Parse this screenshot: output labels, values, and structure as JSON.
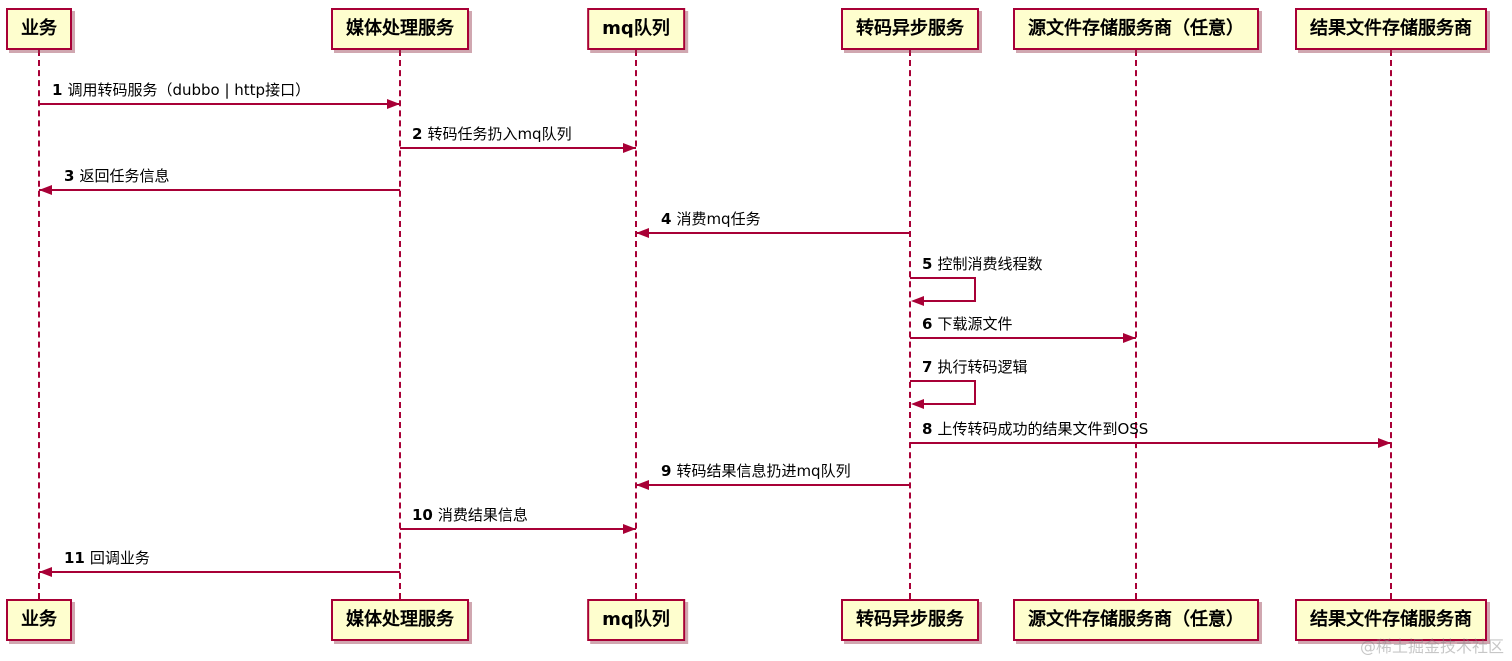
{
  "diagram": {
    "type": "uml-sequence",
    "colors": {
      "participant_fill": "#FEFECE",
      "line": "#A80036",
      "text": "#000000"
    },
    "participants": [
      {
        "id": "business",
        "label": "业务"
      },
      {
        "id": "media-service",
        "label": "媒体处理服务"
      },
      {
        "id": "mq-queue",
        "label": "mq队列"
      },
      {
        "id": "transcode-async-service",
        "label": "转码异步服务"
      },
      {
        "id": "source-storage",
        "label": "源文件存储服务商（任意）"
      },
      {
        "id": "result-storage",
        "label": "结果文件存储服务商"
      }
    ],
    "messages": [
      {
        "num": "1",
        "text": "调用转码服务（dubbo | http接口）",
        "from": "业务",
        "to": "媒体处理服务",
        "direction": "right"
      },
      {
        "num": "2",
        "text": "转码任务扔入mq队列",
        "from": "媒体处理服务",
        "to": "mq队列",
        "direction": "right"
      },
      {
        "num": "3",
        "text": "返回任务信息",
        "from": "媒体处理服务",
        "to": "业务",
        "direction": "left"
      },
      {
        "num": "4",
        "text": "消费mq任务",
        "from": "转码异步服务",
        "to": "mq队列",
        "direction": "left"
      },
      {
        "num": "5",
        "text": "控制消费线程数",
        "from": "转码异步服务",
        "to": "转码异步服务",
        "direction": "self"
      },
      {
        "num": "6",
        "text": "下载源文件",
        "from": "转码异步服务",
        "to": "源文件存储服务商（任意）",
        "direction": "right"
      },
      {
        "num": "7",
        "text": "执行转码逻辑",
        "from": "转码异步服务",
        "to": "转码异步服务",
        "direction": "self"
      },
      {
        "num": "8",
        "text": "上传转码成功的结果文件到OSS",
        "from": "转码异步服务",
        "to": "结果文件存储服务商",
        "direction": "right"
      },
      {
        "num": "9",
        "text": "转码结果信息扔进mq队列",
        "from": "转码异步服务",
        "to": "mq队列",
        "direction": "left"
      },
      {
        "num": "10",
        "text": "消费结果信息",
        "from": "媒体处理服务",
        "to": "mq队列",
        "direction": "right"
      },
      {
        "num": "11",
        "text": "回调业务",
        "from": "媒体处理服务",
        "to": "业务",
        "direction": "left"
      }
    ],
    "watermark": "@稀土掘金技术社区"
  }
}
